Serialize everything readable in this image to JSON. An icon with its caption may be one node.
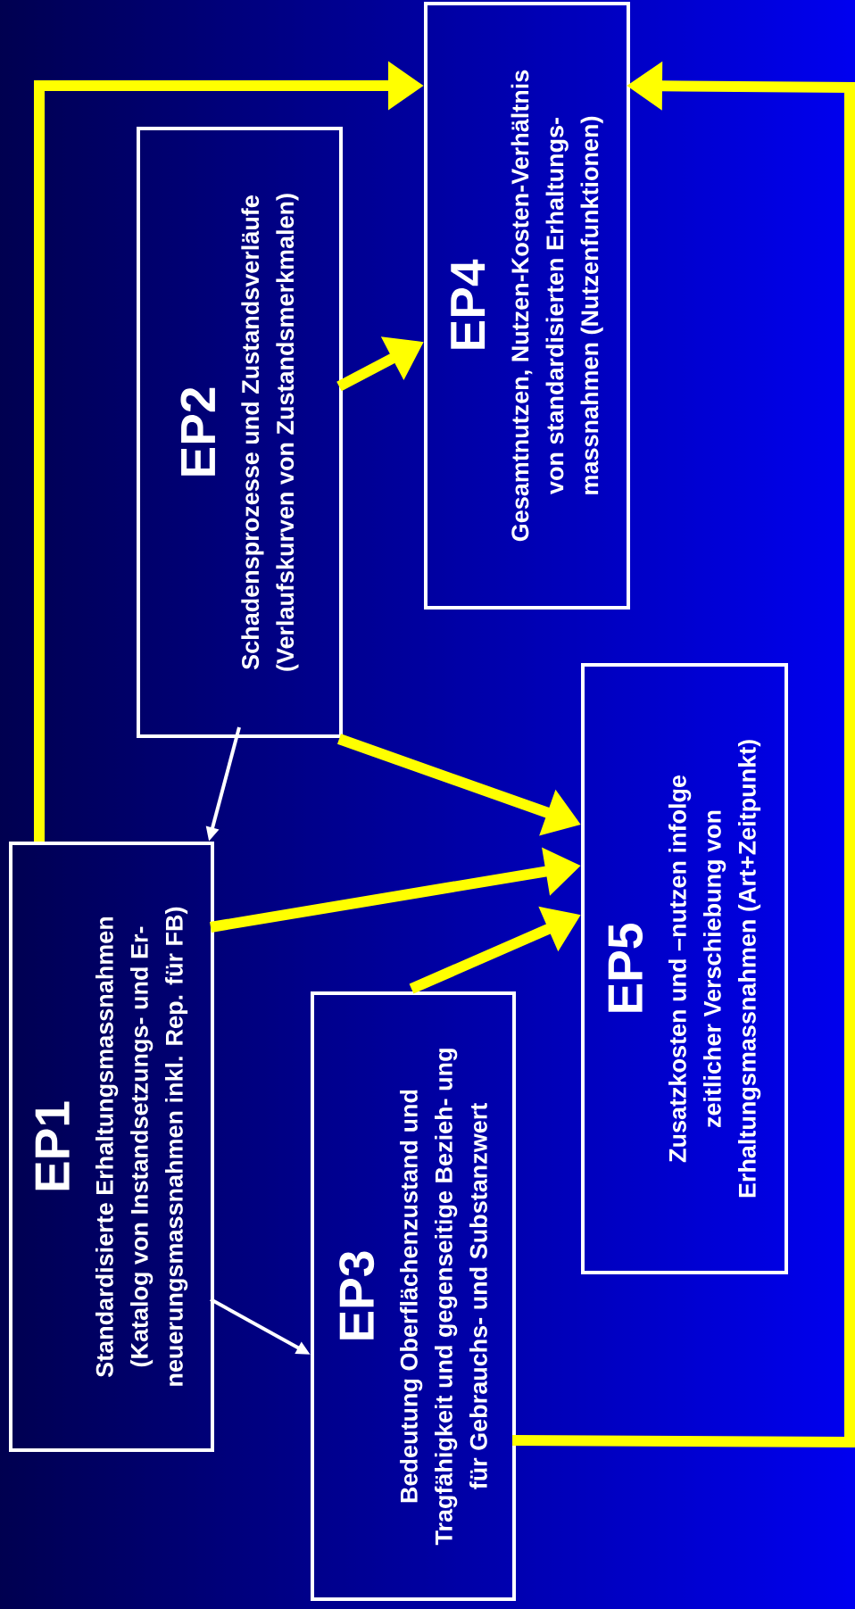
{
  "diagram": {
    "nodes": [
      {
        "text": [
          "EP1",
          "Standardisierte Erhaltungsmassnahmen (Katalog von Instandsetzungs- und Er- neuerungsmassnahmen inkl. Rep. für FB)"
        ]
      },
      {
        "text": [
          "EP2",
          "Schadensprozesse und Zustandsverläufe (Verlaufskurven von Zustandsmerkmalen)"
        ]
      },
      {
        "text": [
          "EP3",
          "Bedeutung Oberflächenzustand und Tragfähigkeit und gegenseitige Bezieh- ung für Gebrauchs- und Substanzwert"
        ]
      },
      {
        "text": [
          "EP4",
          "Gesamtnutzen, Nutzen-Kosten-Verhältnis von standardisierten Erhaltungs- massnahmen (Nutzenfunktionen)"
        ]
      },
      {
        "text": [
          "EP5",
          "Zusatzkosten und –nutzen infolge zeitlicher Verschiebung von Erhaltungsmassnahmen (Art+Zeitpunkt)"
        ]
      }
    ],
    "edges": [
      {
        "from": 0,
        "to": 3,
        "arrow": "to"
      },
      {
        "from": 1,
        "to": 3,
        "arrow": "to"
      },
      {
        "from": 1,
        "to": 4,
        "arrow": "to"
      },
      {
        "from": 0,
        "to": 4,
        "arrow": "to"
      },
      {
        "from": 2,
        "to": 4,
        "arrow": "to"
      },
      {
        "from": 2,
        "to": 3,
        "arrow": "to"
      },
      {
        "from": 1,
        "to": 0,
        "arrow": "to",
        "color": "#ffffff"
      },
      {
        "from": 0,
        "to": 2,
        "arrow": "to",
        "color": "#ffffff"
      }
    ]
  }
}
